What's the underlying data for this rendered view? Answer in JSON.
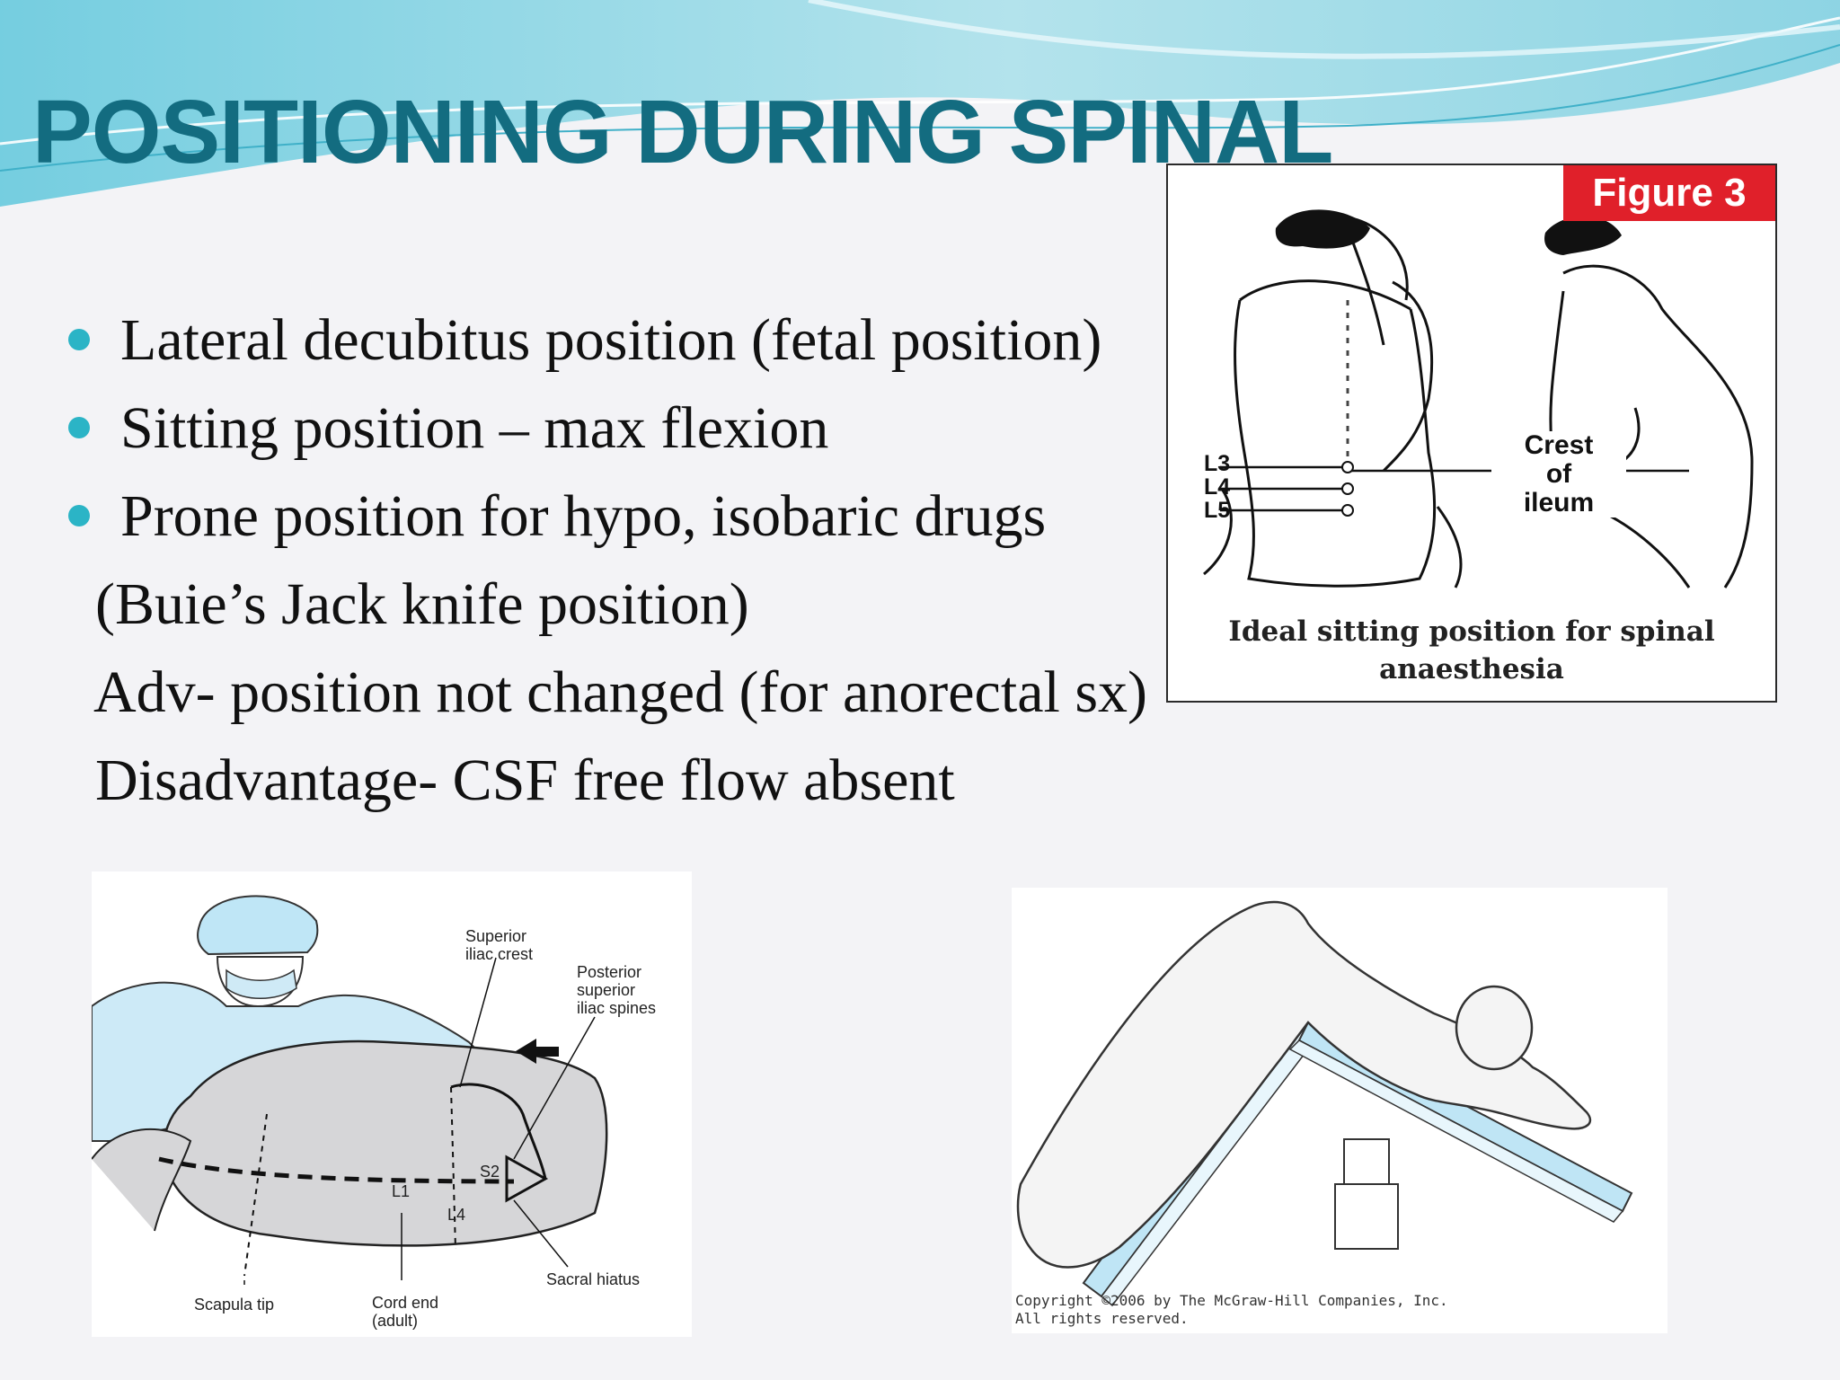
{
  "slide": {
    "title": "POSITIONING DURING SPINAL",
    "bullets": [
      "Lateral decubitus position (fetal position)",
      "Sitting position – max flexion",
      "Prone position for hypo, isobaric drugs"
    ],
    "sublines": [
      "(Buie’s Jack knife position)",
      "Adv- position not changed (for anorectal sx)",
      "Disadvantage- CSF free flow absent"
    ]
  },
  "figure3": {
    "badge": "Figure 3",
    "vertebra_labels": [
      "L3",
      "L4",
      "L5"
    ],
    "crest_label": "Crest\nof\nileum",
    "caption": "Ideal sitting position for spinal\nanaesthesia"
  },
  "lateral_figure": {
    "labels": {
      "superior_iliac_crest": "Superior\niliac crest",
      "posterior_superior_iliac_spines": "Posterior\nsuperior\niliac spines",
      "s2": "S2",
      "l1": "L1",
      "l4": "L4",
      "sacral_hiatus": "Sacral hiatus",
      "scapula_tip": "Scapula tip",
      "cord_end": "Cord end\n(adult)"
    }
  },
  "jackknife_figure": {
    "copyright": "Copyright ©2006 by The McGraw-Hill Companies, Inc.\nAll rights reserved."
  },
  "colors": {
    "title": "#136c80",
    "bullet_dot": "#2bb4c6",
    "figure_badge": "#e0202a",
    "header_wave": "#7fd0e0"
  }
}
